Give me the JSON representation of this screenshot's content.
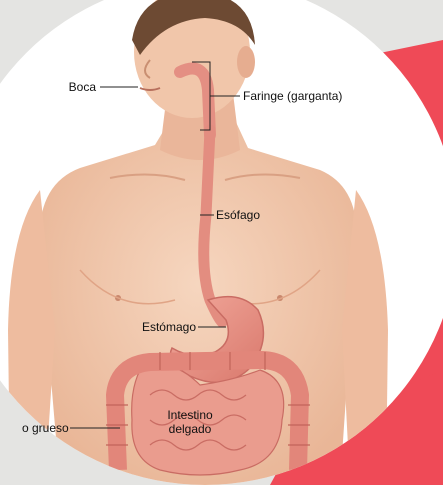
{
  "labels": {
    "mouth": "Boca",
    "pharynx": "Faringe (garganta)",
    "esophagus": "Esófago",
    "stomach": "Estómago",
    "large_intestine": "o grueso",
    "small_intestine_line1": "Intestino",
    "small_intestine_line2": "delgado"
  },
  "colors": {
    "background": "#e4e4e2",
    "accent_pink": "#f3a2a7",
    "accent_red": "#ef4a57",
    "skin": "#f2cbb0",
    "skin_shadow": "#e3ad8f",
    "organ": "#e8958a",
    "organ_dark": "#c96c63",
    "leader_line": "#222222"
  }
}
